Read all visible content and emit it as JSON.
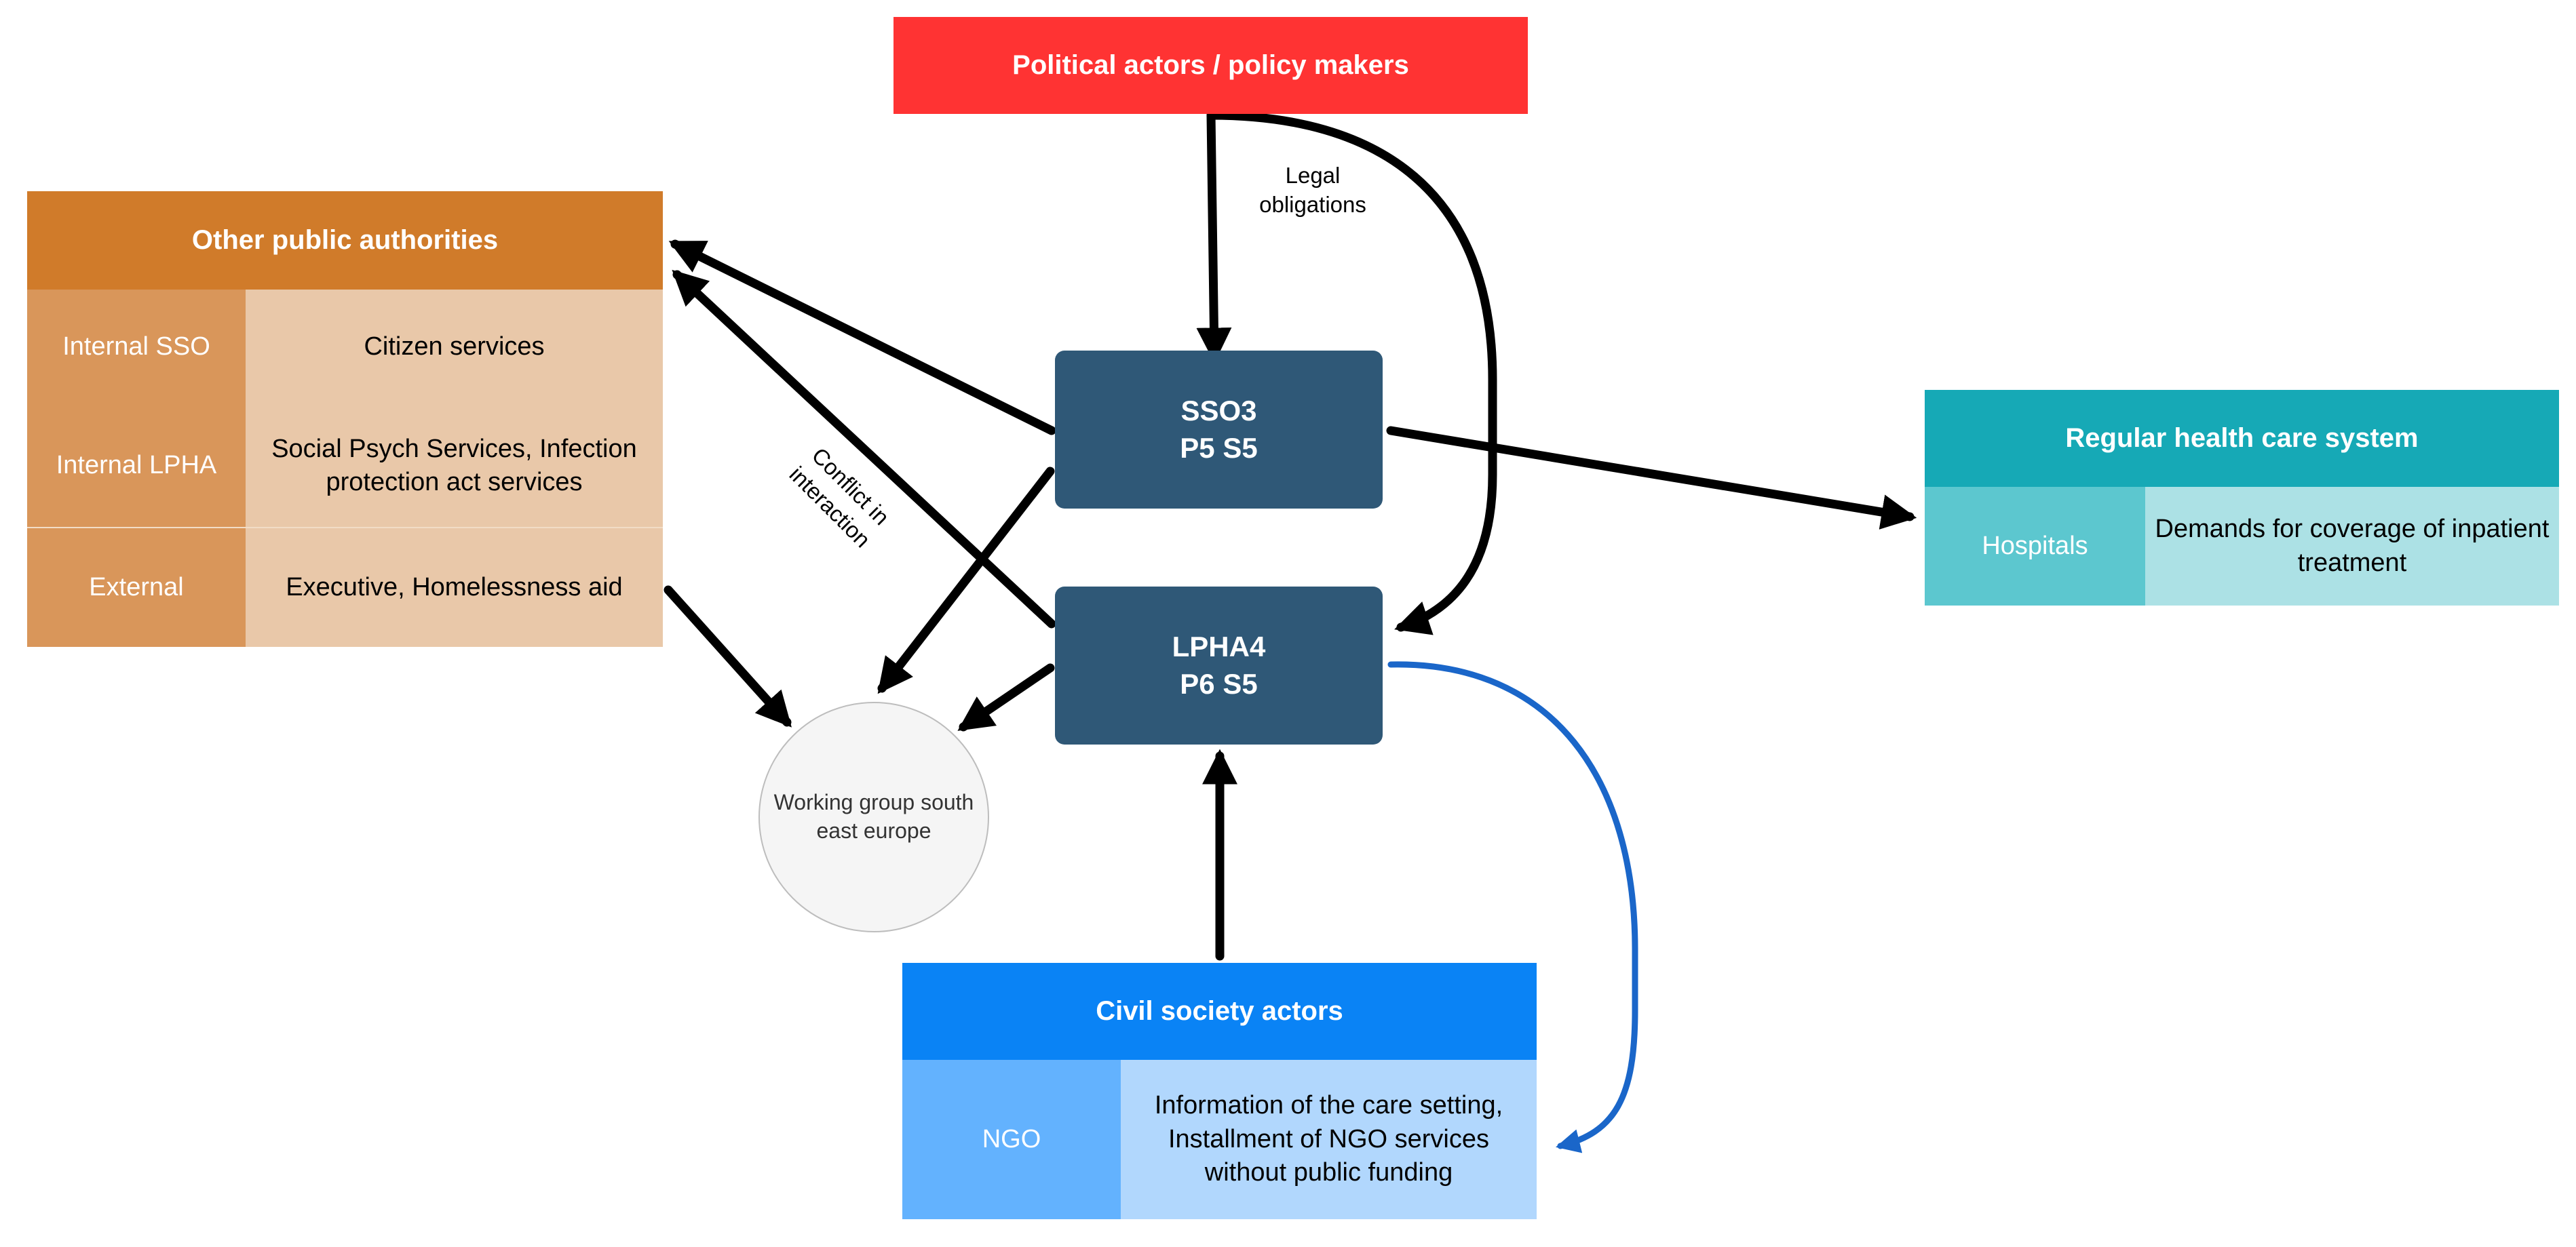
{
  "colors": {
    "political": "#ff3333",
    "authorities_header": "#d07b2a",
    "authorities_label": "#d9965a",
    "authorities_content": "#e9c8a9",
    "health_header": "#16a9b6",
    "health_label": "#5cc7cf",
    "health_content": "#ace1e5",
    "civil_header": "#0a83f5",
    "civil_label": "#63b2fe",
    "civil_content": "#b1d7fd",
    "node": "#2f5877",
    "arrow_black": "#000000",
    "arrow_blue": "#1a66c9"
  },
  "political": {
    "title": "Political actors / policy makers"
  },
  "authorities": {
    "title": "Other public authorities",
    "rows": [
      {
        "label": "Internal SSO",
        "content": "Citizen services"
      },
      {
        "label": "Internal LPHA",
        "content": "Social Psych Services, Infection protection act services"
      },
      {
        "label": "External",
        "content": "Executive, Homelessness aid"
      }
    ]
  },
  "health": {
    "title": "Regular health care system",
    "rows": [
      {
        "label": "Hospitals",
        "content": "Demands for coverage of inpatient treatment"
      }
    ]
  },
  "civil": {
    "title": "Civil society actors",
    "rows": [
      {
        "label": "NGO",
        "content": "Information of the care setting, Installment of NGO services without public funding"
      }
    ]
  },
  "nodes": {
    "sso": {
      "line1": "SSO3",
      "line2": "P5 S5"
    },
    "lpha": {
      "line1": "LPHA4",
      "line2": "P6 S5"
    }
  },
  "working_group": {
    "label": "Working group south east europe"
  },
  "edge_labels": {
    "legal": "Legal obligations",
    "conflict": "Conflict in interaction"
  }
}
